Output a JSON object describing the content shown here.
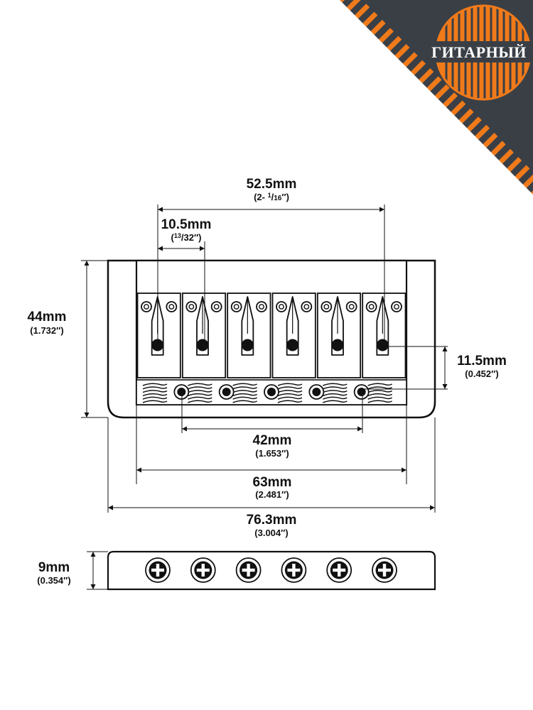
{
  "logo": {
    "text": "ГИТАРНЫЙ",
    "colors": {
      "accent": "#f07a1a",
      "dark": "#3a3f46"
    }
  },
  "bridge_top": {
    "saddle_count": 6
  },
  "bridge_side": {
    "screw_count": 6
  },
  "dimensions": {
    "saddle_span": {
      "main": "52.5mm",
      "sub_lead": "(2- ",
      "sub_num": "1",
      "sub_den": "16",
      "sub_tail": "″)"
    },
    "saddle_pitch": {
      "main": "10.5mm",
      "sub_lead": "(",
      "sub_num": "13",
      "sub_den": "32",
      "sub_tail": "″)"
    },
    "height": {
      "main": "44mm",
      "sub": "(1.732″)"
    },
    "saddle_offset": {
      "main": "11.5mm",
      "sub": "(0.452″)"
    },
    "mount_span": {
      "main": "42mm",
      "sub": "(1.653″)"
    },
    "inner_width": {
      "main": "63mm",
      "sub": "(2.481″)"
    },
    "total_width": {
      "main": "76.3mm",
      "sub": "(3.004″)"
    },
    "side_height": {
      "main": "9mm",
      "sub": "(0.354″)"
    }
  }
}
